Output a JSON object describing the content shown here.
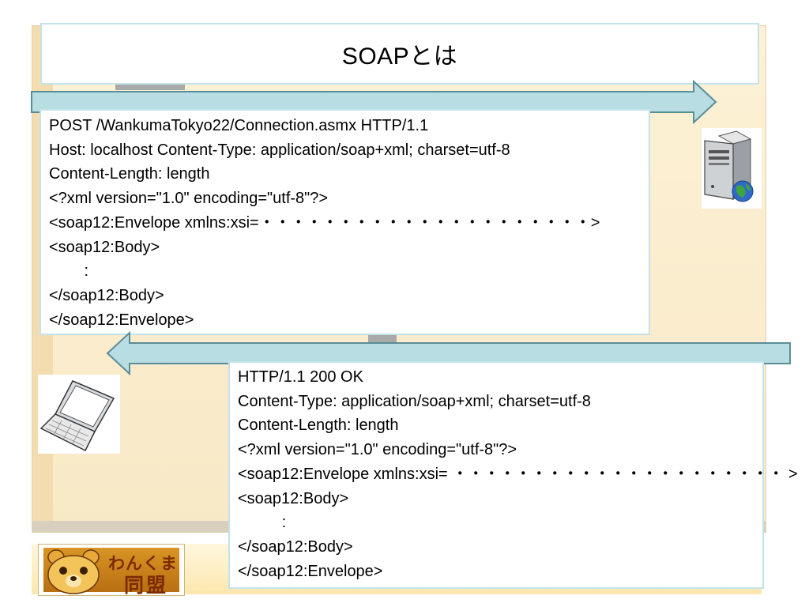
{
  "slide": {
    "title": "SOAPとは"
  },
  "request": {
    "lines": [
      "POST /WankumaTokyo22/Connection.asmx HTTP/1.1",
      "Host: localhost Content-Type: application/soap+xml; charset=utf-8",
      "Content-Length: length",
      "<?xml version=\"1.0\" encoding=\"utf-8\"?>",
      "<soap12:Envelope xmlns:xsi=・・・・・・・・・・・・・・・・・・・・・>",
      "<soap12:Body>",
      "        :",
      "</soap12:Body>",
      "</soap12:Envelope>"
    ]
  },
  "response": {
    "lines": [
      "HTTP/1.1 200 OK",
      "Content-Type: application/soap+xml; charset=utf-8",
      "Content-Length: length",
      "<?xml version=\"1.0\" encoding=\"utf-8\"?>",
      "<soap12:Envelope xmlns:xsi= ・・・・・・・・・・・・・・・・・・・・・ >",
      "<soap12:Body>",
      "          :",
      "</soap12:Body>",
      "</soap12:Envelope>"
    ]
  },
  "logo": {
    "line1": "わんくま",
    "line2": "同盟"
  },
  "icons": {
    "server": "server-icon",
    "client": "laptop-icon",
    "logo": "bear-logo-icon",
    "request_arrow": "arrow-right-icon",
    "response_arrow": "arrow-left-icon"
  },
  "colors": {
    "box_border": "#c3e3ea",
    "arrow_fill": "#b8dde3",
    "arrow_stroke": "#5a8d98",
    "slide_background": "#fbeed0"
  }
}
